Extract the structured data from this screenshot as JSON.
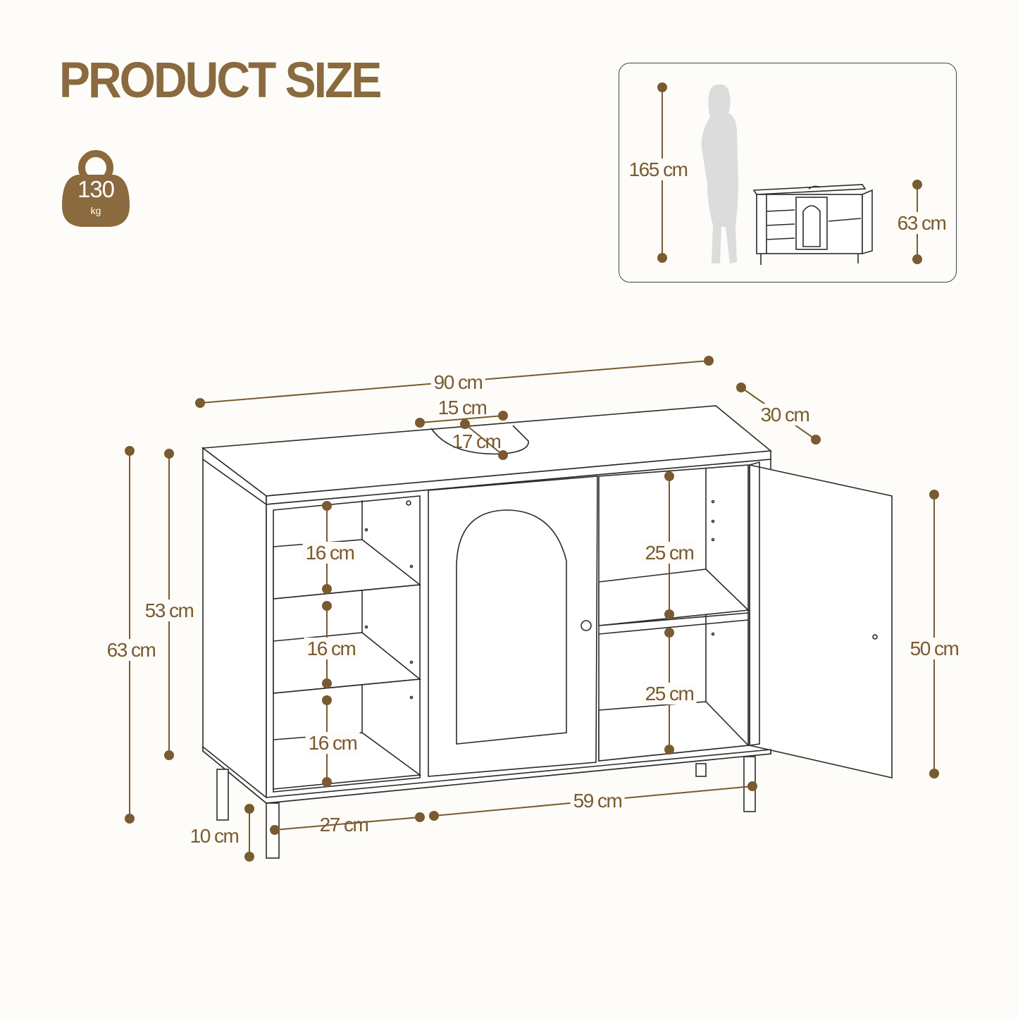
{
  "title": "PRODUCT SIZE",
  "weight": {
    "value": "130",
    "unit": "kg",
    "icon": "weight-icon"
  },
  "inset": {
    "person_height": "165 cm",
    "cabinet_height": "63 cm"
  },
  "dimensions": {
    "width": "90 cm",
    "depth": "30 cm",
    "cutout_width": "15 cm",
    "cutout_depth": "17 cm",
    "total_height": "63 cm",
    "body_height": "53 cm",
    "leg_height": "10 cm",
    "left_shelf_1": "16 cm",
    "left_shelf_2": "16 cm",
    "left_shelf_3": "16 cm",
    "right_shelf_1": "25 cm",
    "right_shelf_2": "25 cm",
    "door_height": "50 cm",
    "left_section_width": "27 cm",
    "right_section_width": "59 cm"
  },
  "colors": {
    "accent": "#8a6a3e",
    "dimension": "#7a5a30",
    "line": "#2b2b2b",
    "background": "#fdfcf8"
  }
}
